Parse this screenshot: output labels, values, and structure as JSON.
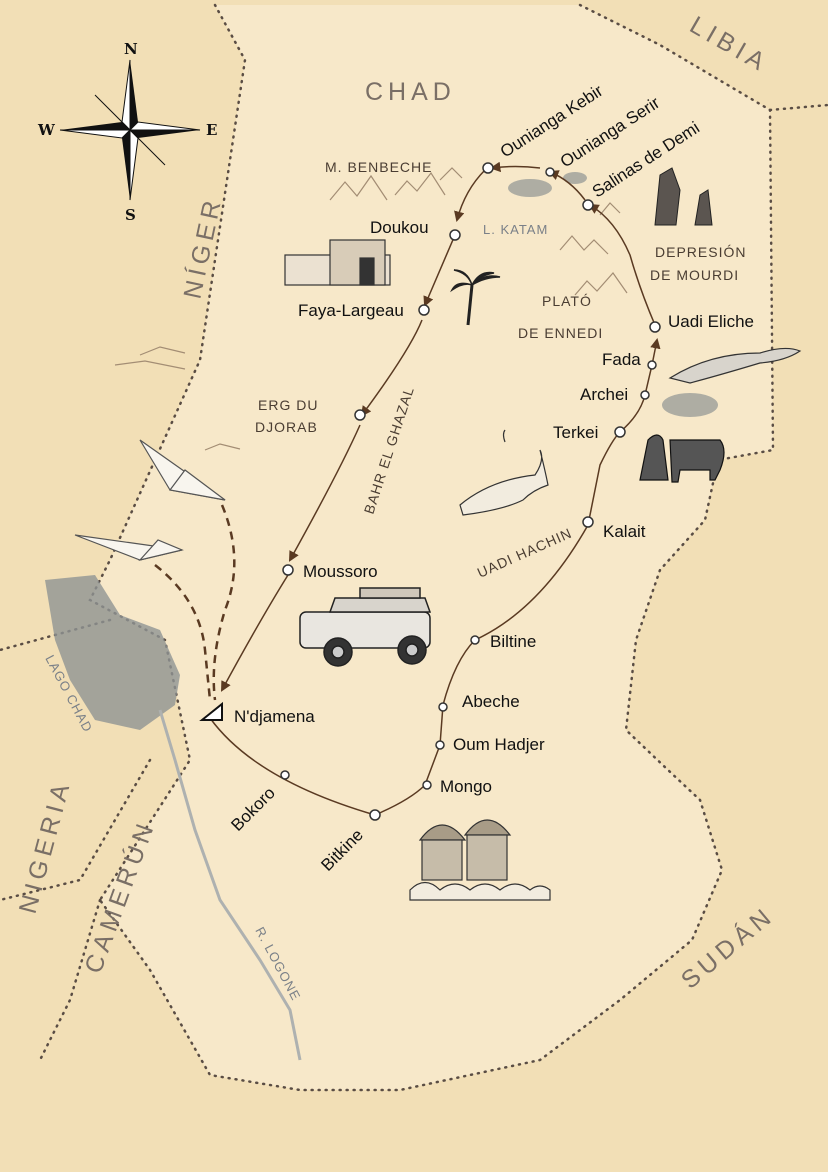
{
  "countries": {
    "chad": "CHAD",
    "libia": "LIBIA",
    "niger": "NÍGER",
    "nigeria": "NIGERIA",
    "camerun": "CAMERÚN",
    "sudan": "SUDÁN"
  },
  "compass": {
    "n": "N",
    "s": "S",
    "e": "E",
    "w": "W"
  },
  "regions": {
    "benbeche": "M. BENBECHE",
    "katam": "L. KATAM",
    "mourdi_1": "DEPRESIÓN",
    "mourdi_2": "DE MOURDI",
    "ennedi_1": "PLATÓ",
    "ennedi_2": "DE ENNEDI",
    "djorab_1": "ERG DU",
    "djorab_2": "DJORAB",
    "ghazal": "BAHR EL GHAZAL",
    "hachin": "UADI HACHIN",
    "lago_chad": "LAGO CHAD",
    "logone": "R. LOGONE"
  },
  "cities": {
    "ounianga_kebir": "Ounianga Kebir",
    "ounianga_serir": "Ounianga Serir",
    "salinas": "Salinas de Demi",
    "doukou": "Doukou",
    "faya": "Faya-Largeau",
    "uadi_eliche": "Uadi Eliche",
    "fada": "Fada",
    "archei": "Archei",
    "terkei": "Terkei",
    "kalait": "Kalait",
    "moussoro": "Moussoro",
    "biltine": "Biltine",
    "abeche": "Abeche",
    "ndjamena": "N'djamena",
    "oum_hadjer": "Oum Hadjer",
    "mongo": "Mongo",
    "bokoro": "Bokoro",
    "bitkine": "Bitkine"
  },
  "colors": {
    "background": "#f2dfb6",
    "chad_fill": "#f7e8c9",
    "route": "#5a3a22",
    "lake": "#8f9493",
    "border": "#5a4d44"
  }
}
